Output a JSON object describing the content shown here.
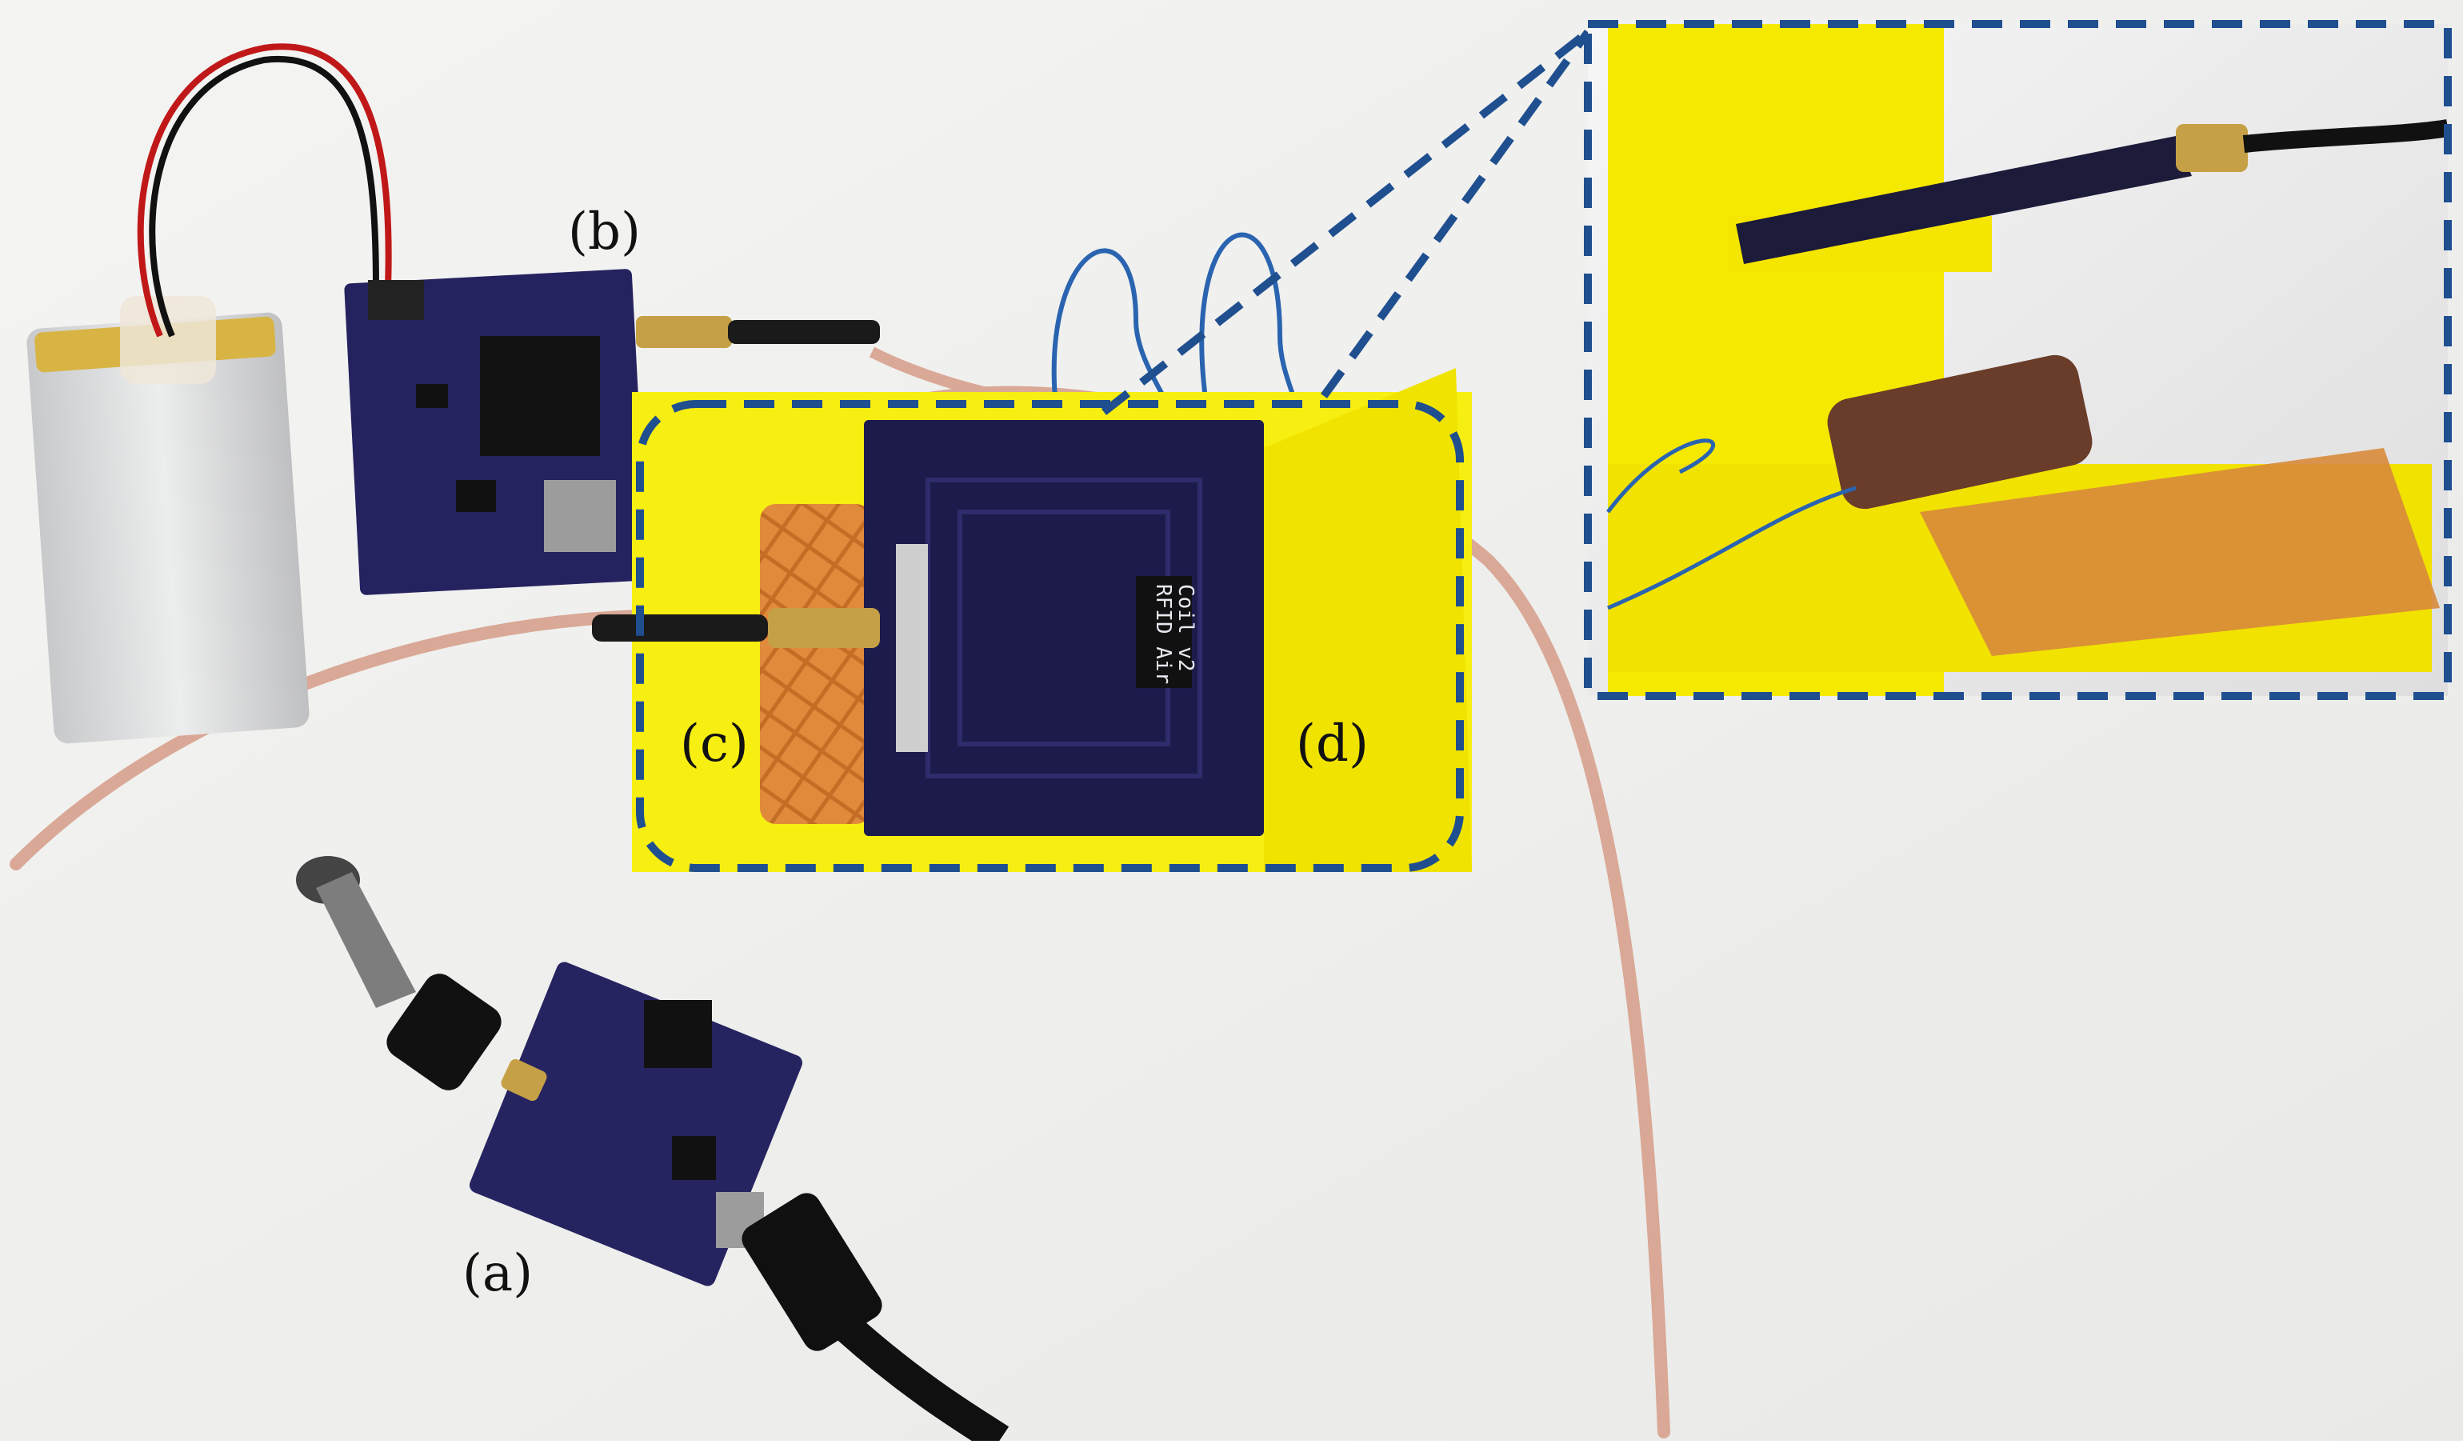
{
  "figure": {
    "labels": {
      "a": "(a)",
      "b": "(b)",
      "c": "(c)",
      "d": "(d)"
    },
    "pcb_silkscreen": {
      "rfid_coil_line1": "RFID Air",
      "rfid_coil_line2": "Coil v2"
    },
    "colors": {
      "background": "#f1f1ef",
      "yellow_holder": "#f7ee12",
      "pcb_blue": "#23215c",
      "callout_dash": "#1f4f8f",
      "coil_copper": "#d88a3a",
      "cable_pink": "#e0b2a2",
      "wire_blue": "#2a5fa8",
      "battery_silver": "#d9dadc"
    }
  }
}
